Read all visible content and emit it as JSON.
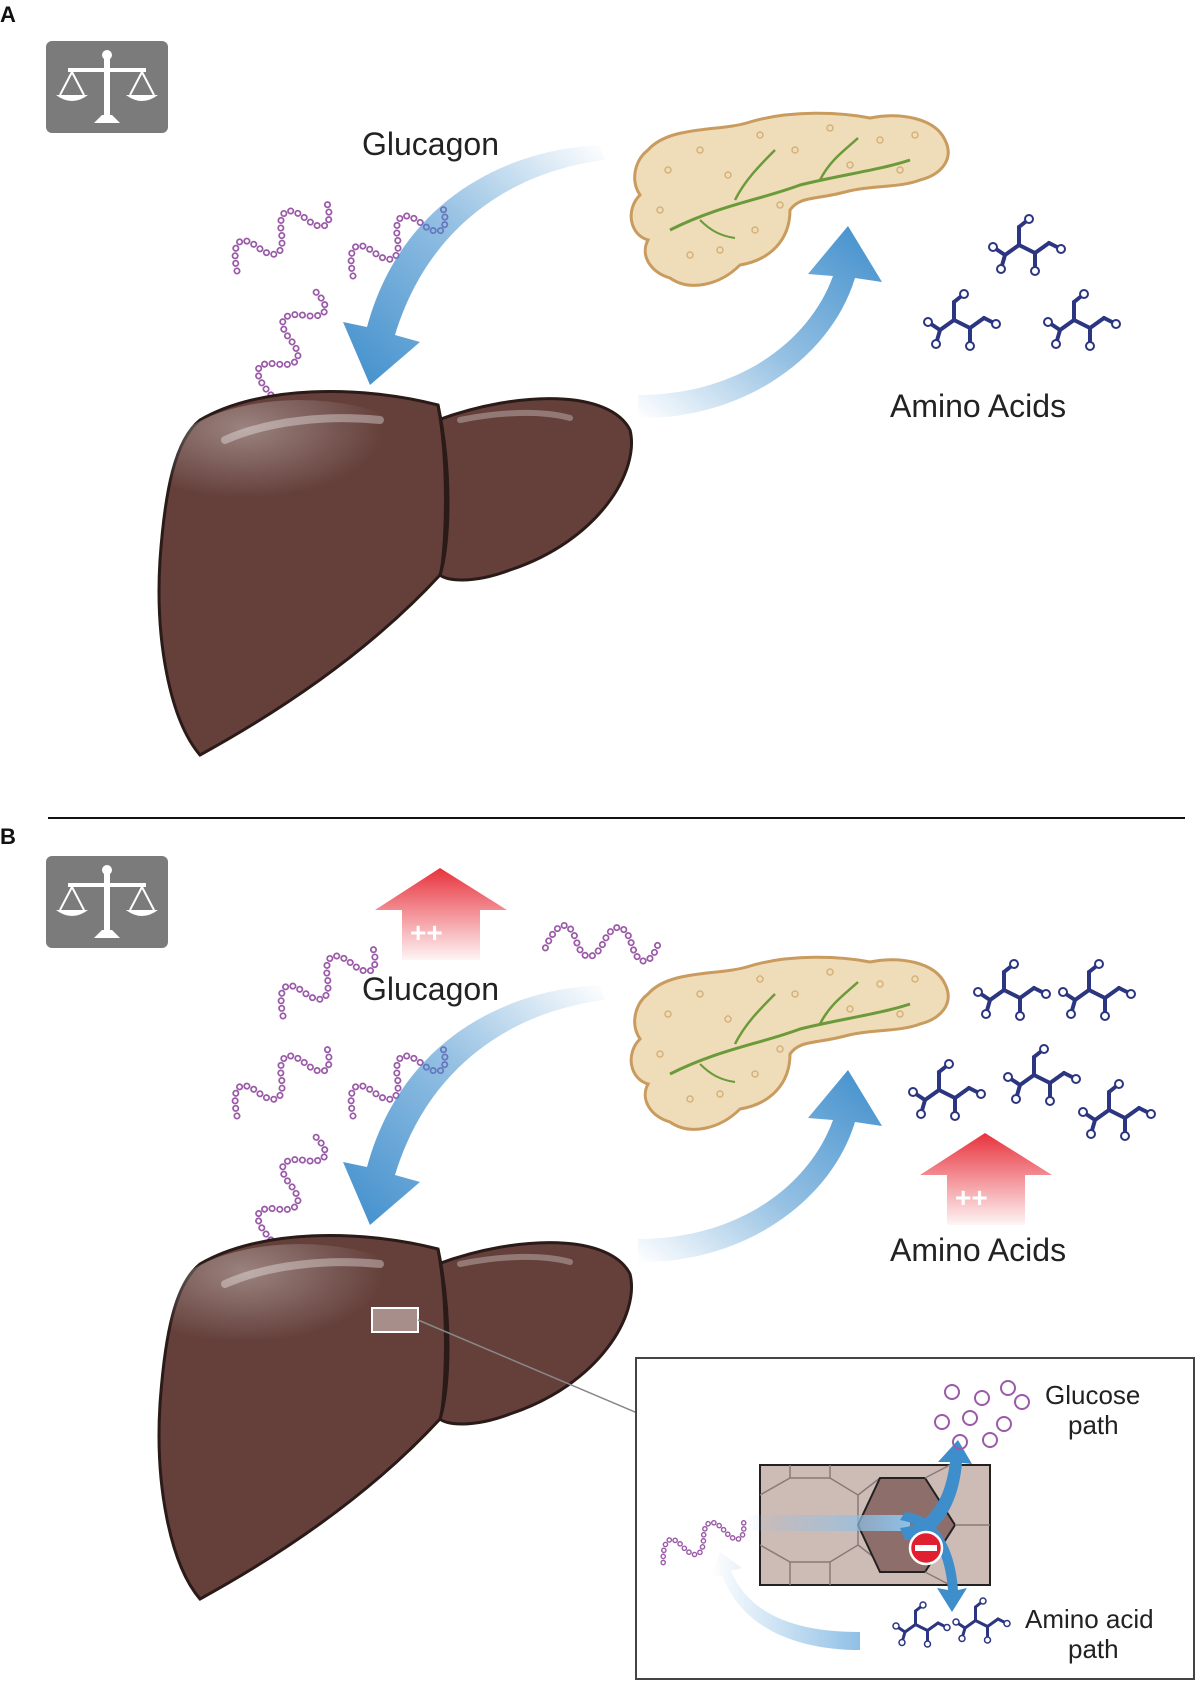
{
  "panel_a": {
    "letter": "A",
    "glucagon_label": "Glucagon",
    "amino_label": "Amino Acids"
  },
  "panel_b": {
    "letter": "B",
    "glucagon_label": "Glucagon",
    "amino_label": "Amino Acids",
    "increase_mark": "++",
    "inset": {
      "glucose_path_line1": "Glucose",
      "glucose_path_line2": "path",
      "amino_path_line1": "Amino acid",
      "amino_path_line2": "path"
    }
  },
  "colors": {
    "liver": "#65403b",
    "pancreas": "#efdcb8",
    "blue_arrow": "#3f8ecc",
    "red_arrow": "#e8323c",
    "peptide": "#9b5aa8",
    "amino_acid": "#2b3580",
    "icon_box": "#7b7b7b"
  }
}
